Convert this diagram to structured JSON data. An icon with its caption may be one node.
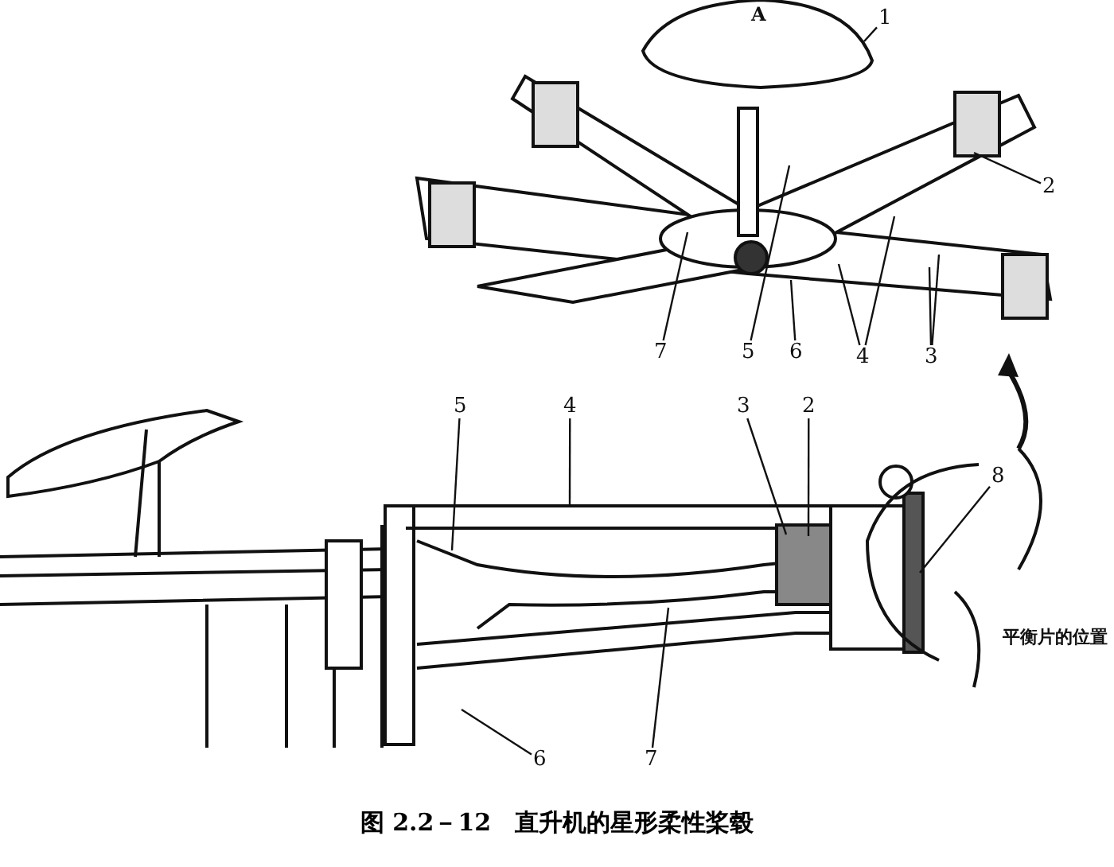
{
  "diagram": {
    "caption": "图 2.2－12　直升机的星形柔性桨毂",
    "nodes": [
      {
        "text": [
          "1"
        ]
      },
      {
        "text": [
          "2"
        ]
      },
      {
        "text": [
          "7"
        ]
      },
      {
        "text": [
          "5"
        ]
      },
      {
        "text": [
          "6"
        ]
      },
      {
        "text": [
          "4"
        ]
      },
      {
        "text": [
          "3"
        ]
      },
      {
        "text": [
          "5"
        ]
      },
      {
        "text": [
          "4"
        ]
      },
      {
        "text": [
          "3"
        ]
      },
      {
        "text": [
          "2"
        ]
      },
      {
        "text": [
          "8"
        ]
      },
      {
        "text": [
          "6"
        ]
      },
      {
        "text": [
          "7"
        ]
      }
    ],
    "edges": [
      {
        "from": 0,
        "to": null,
        "arrow": "none"
      },
      {
        "from": 1,
        "to": null,
        "arrow": "none"
      },
      {
        "from": 2,
        "to": null,
        "arrow": "none"
      },
      {
        "from": 3,
        "to": null,
        "arrow": "none"
      },
      {
        "from": 4,
        "to": null,
        "arrow": "none"
      },
      {
        "from": 5,
        "to": null,
        "arrow": "none"
      },
      {
        "from": 5,
        "to": null,
        "arrow": "none"
      },
      {
        "from": 6,
        "to": null,
        "arrow": "none"
      },
      {
        "from": 6,
        "to": null,
        "arrow": "none"
      },
      {
        "from": 7,
        "to": null,
        "arrow": "none"
      },
      {
        "from": 8,
        "to": null,
        "arrow": "none"
      },
      {
        "from": 9,
        "to": null,
        "arrow": "none"
      },
      {
        "from": 10,
        "to": null,
        "arrow": "none"
      },
      {
        "from": 11,
        "to": null,
        "arrow": "none"
      },
      {
        "from": 12,
        "to": null,
        "arrow": "none"
      },
      {
        "from": 13,
        "to": null,
        "arrow": "none"
      }
    ],
    "labels": [
      "A",
      "平衡片的位置"
    ]
  }
}
